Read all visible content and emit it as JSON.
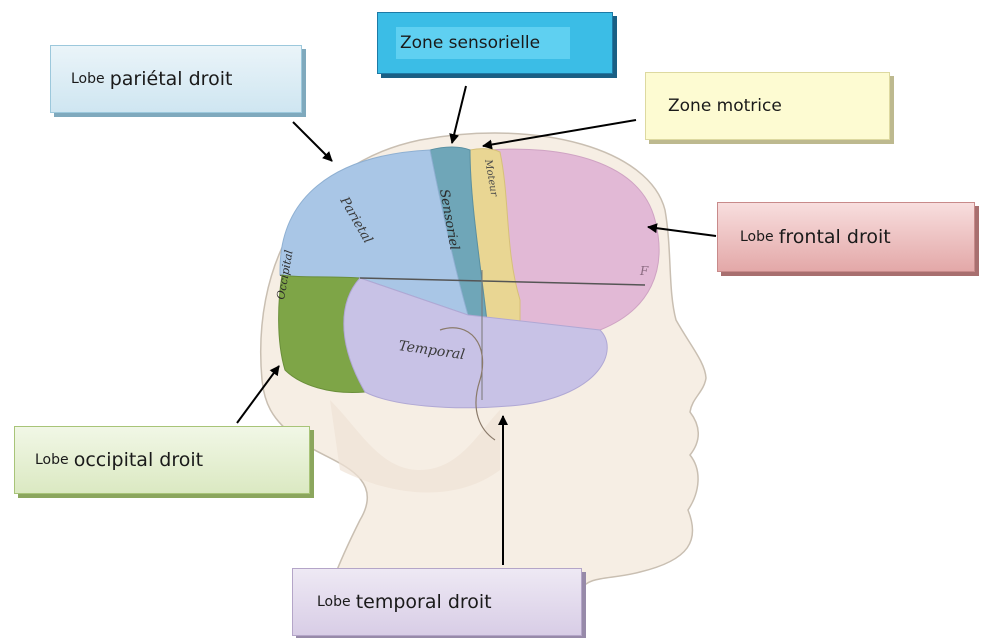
{
  "labels": {
    "parietal": {
      "prefix": "Lobe",
      "name": "pariétal droit"
    },
    "sensory": {
      "text": "Zone sensorielle"
    },
    "motor": {
      "text": "Zone motrice"
    },
    "frontal": {
      "prefix": "Lobe",
      "name": "frontal droit"
    },
    "occipital": {
      "prefix": "Lobe",
      "name": "occipital droit"
    },
    "temporal": {
      "prefix": "Lobe",
      "name": "temporal droit"
    }
  },
  "brain_text": {
    "parietal": "Parietal",
    "sensory": "Sensoriel",
    "motor": "Moteur",
    "occipital": "Occipital",
    "temporal": "Temporal",
    "frontal": "F"
  },
  "colors": {
    "parietal": "#a9c6e6",
    "sensory": "#6fa6b8",
    "motor": "#e9d693",
    "frontal": "#e2b9d6",
    "occipital": "#7ea547",
    "temporal": "#c8c2e6",
    "head": "#f6eee4"
  }
}
